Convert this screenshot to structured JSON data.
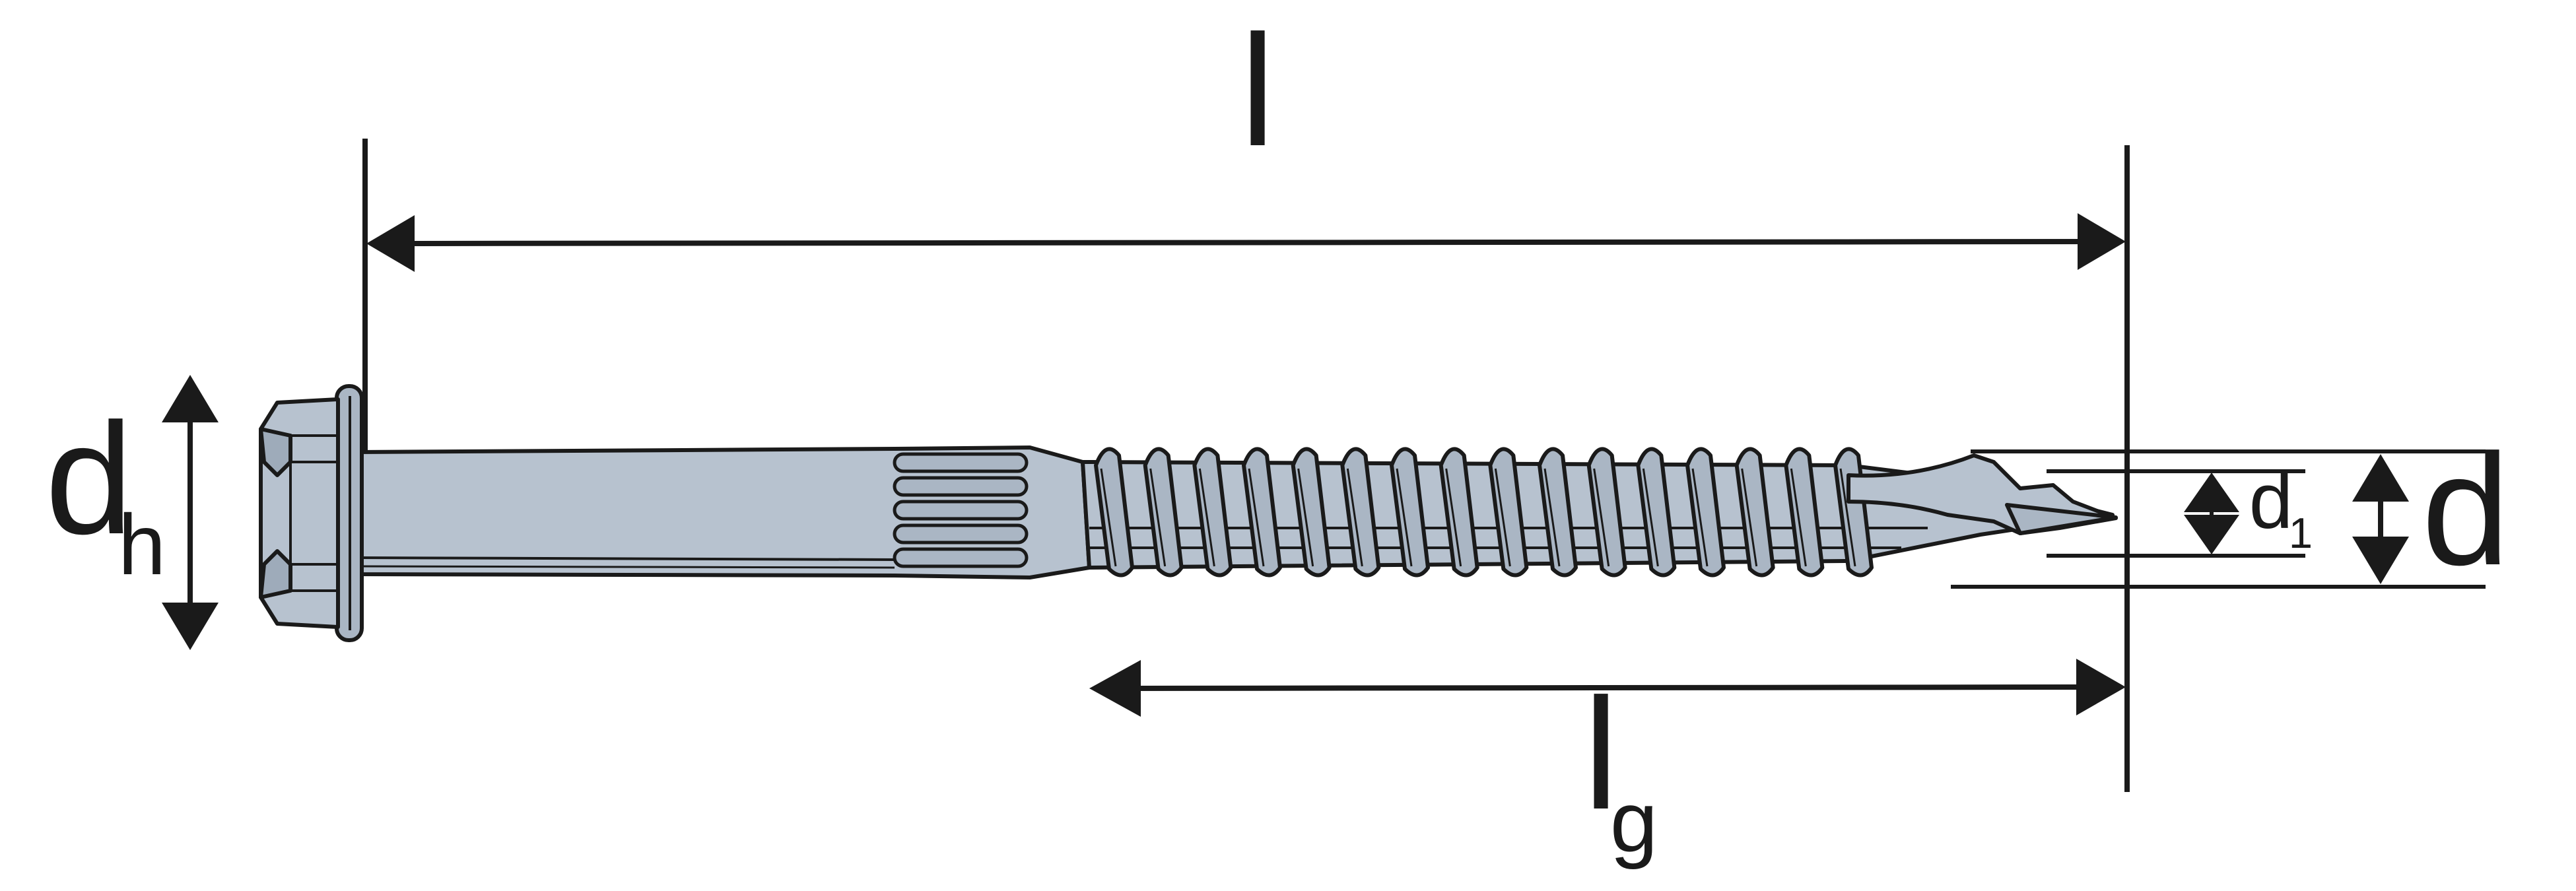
{
  "labels": {
    "l": "l",
    "lg_main": "l",
    "lg_sub": "g",
    "dh_main": "d",
    "dh_sub": "h",
    "d": "d",
    "d1_main": "d",
    "d1_sub": "1"
  },
  "colors": {
    "line": "#1a1a1a",
    "screw_fill": "#b7c2cf",
    "screw_shade": "#9eabba",
    "thread_fill": "#aab6c4",
    "background": "#ffffff"
  },
  "thread_crests": 16
}
